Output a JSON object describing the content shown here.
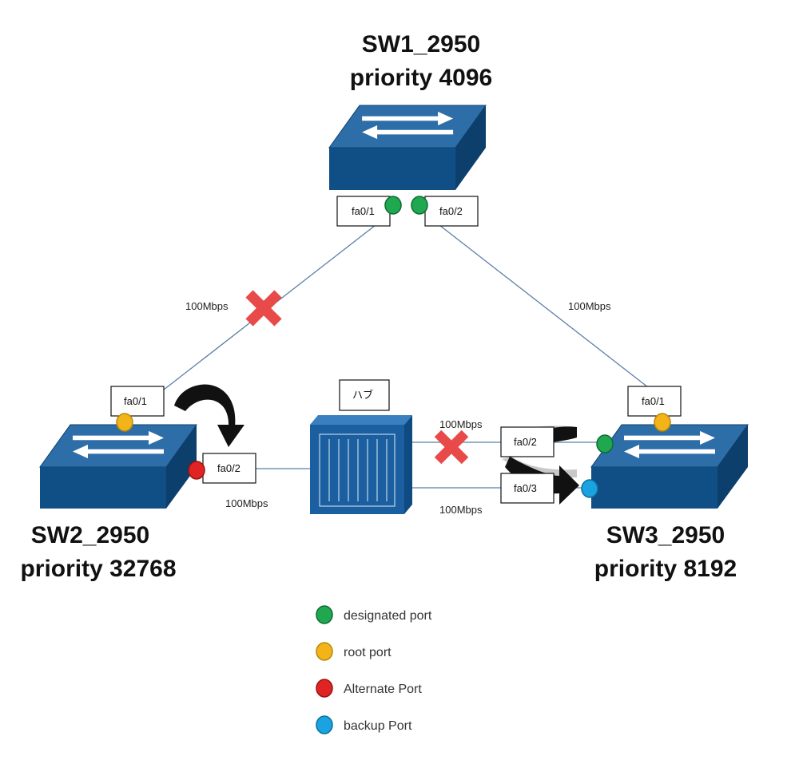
{
  "switches": {
    "sw1": {
      "name": "SW1_2950",
      "priority": "priority 4096"
    },
    "sw2": {
      "name": "SW2_2950",
      "priority": "priority 32768"
    },
    "sw3": {
      "name": "SW3_2950",
      "priority": "priority 8192"
    }
  },
  "hub": {
    "label": "ハブ"
  },
  "ports": {
    "sw1_p1": "fa0/1",
    "sw1_p2": "fa0/2",
    "sw2_p1": "fa0/1",
    "sw2_p2": "fa0/2",
    "sw3_p1": "fa0/1",
    "sw3_p2": "fa0/2",
    "sw3_p3": "fa0/3"
  },
  "links": {
    "sw1_sw2": "100Mbps",
    "sw1_sw3": "100Mbps",
    "sw2_hub": "100Mbps",
    "hub_sw3_top": "100Mbps",
    "hub_sw3_bottom": "100Mbps"
  },
  "legend": {
    "designated": {
      "label": "designated port",
      "color": "#1fa84f"
    },
    "root": {
      "label": "root port",
      "color": "#f2b418"
    },
    "alternate": {
      "label": "Alternate Port",
      "color": "#e02424"
    },
    "backup": {
      "label": "backup Port",
      "color": "#1aa3e0"
    }
  },
  "colors": {
    "switch_top": "#2d6ea8",
    "switch_front": "#0f4f86",
    "switch_side": "#0c3f6c",
    "link": "#5b7fa8",
    "blocked_x": "#e84a4a"
  },
  "icons": {
    "blocked": "x-mark-icon",
    "hub": "hub-icon",
    "switch": "switch-icon"
  }
}
